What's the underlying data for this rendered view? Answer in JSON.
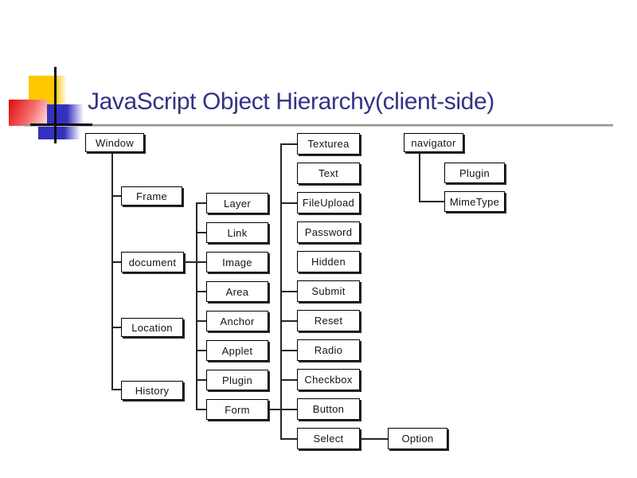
{
  "slide": {
    "title": "JavaScript Object Hierarchy(client-side)",
    "title_color": "#333385",
    "background": "#ffffff"
  },
  "decor": {
    "yellow_square": "#FFC800",
    "red_square": "#DD1515",
    "blue_square": "#3431BE",
    "cross_lines": "#0A0A0A",
    "rule_gray": "#8A8A8A"
  },
  "diagram": {
    "line_color": "#262626",
    "box_border": "#000000",
    "nodes": {
      "window": {
        "label": "Window"
      },
      "frame": {
        "label": "Frame"
      },
      "document": {
        "label": "document"
      },
      "location": {
        "label": "Location"
      },
      "history": {
        "label": "History"
      },
      "layer": {
        "label": "Layer"
      },
      "link": {
        "label": "Link"
      },
      "image": {
        "label": "Image"
      },
      "area": {
        "label": "Area"
      },
      "anchor": {
        "label": "Anchor"
      },
      "applet": {
        "label": "Applet"
      },
      "plugin_document": {
        "label": "Plugin"
      },
      "form": {
        "label": "Form"
      },
      "texturea": {
        "label": "Texturea"
      },
      "text": {
        "label": "Text"
      },
      "fileupload": {
        "label": "FileUpload"
      },
      "password": {
        "label": "Password"
      },
      "hidden": {
        "label": "Hidden"
      },
      "submit": {
        "label": "Submit"
      },
      "reset": {
        "label": "Reset"
      },
      "radio": {
        "label": "Radio"
      },
      "checkbox": {
        "label": "Checkbox"
      },
      "button": {
        "label": "Button"
      },
      "select": {
        "label": "Select"
      },
      "option": {
        "label": "Option"
      },
      "navigator": {
        "label": "navigator"
      },
      "plugin_navigator": {
        "label": "Plugin"
      },
      "mimetype": {
        "label": "MimeType"
      }
    }
  }
}
